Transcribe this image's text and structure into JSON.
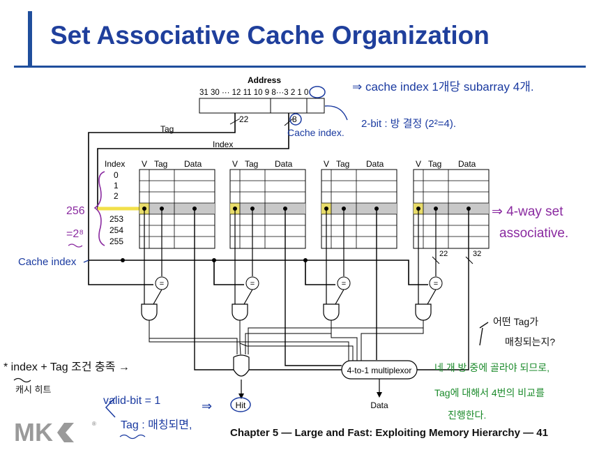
{
  "slide": {
    "title": "Set Associative Cache Organization",
    "footer": "Chapter 5 — Large and Fast: Exploiting Memory Hierarchy — 41",
    "logo_text": "MK",
    "logo_mark": "®"
  },
  "diagram": {
    "address_label": "Address",
    "address_bits": "31 30 ··· 12 11 10 9 8···3 2 1 0",
    "tag_width": "22",
    "index_width": "8",
    "tag_label": "Tag",
    "index_label": "Index",
    "column_headers": {
      "index": "Index",
      "valid": "V",
      "tag": "Tag",
      "data": "Data"
    },
    "row_indices_top": [
      "0",
      "1",
      "2"
    ],
    "row_indices_bottom": [
      "253",
      "254",
      "255"
    ],
    "comparator_symbol": "=",
    "out_tag_width": "22",
    "out_data_width": "32",
    "mux_label": "4-to-1 multiplexor",
    "hit_label": "Hit",
    "data_label": "Data"
  },
  "annotations": {
    "cache_index_note": "⇒ cache index 1개당 subarray 4개.",
    "two_bit_note": "2-bit : 방 결정 (2²=4).",
    "cache_index_under": "Cache index.",
    "way_note_1": "⇒ 4-way set",
    "way_note_2": "associative.",
    "num_256": "256",
    "eq_2_8": "=2⁸",
    "cache_index_left": "Cache index",
    "index_tag_note": "* index + Tag 조건 충족 →",
    "cache_hit_note": "캐시 히트",
    "valid_bit": "valid-bit = 1",
    "tag_match": "Tag : 매칭되면,",
    "arrow": "⇒",
    "which_tag_1": "어떤 Tag가",
    "which_tag_2": "매칭되는지?",
    "way_select_1": "네 개 방 중에 골라야 되므로,",
    "way_select_2": "Tag에 대해서 4번의 비교를",
    "way_select_3": "진행한다."
  }
}
